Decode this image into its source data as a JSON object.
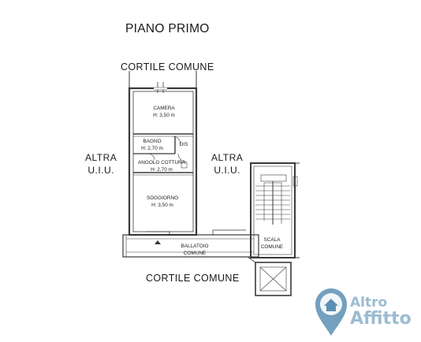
{
  "title": "PIANO PRIMO",
  "courtyard_top": "CORTILE COMUNE",
  "courtyard_bottom": "CORTILE COMUNE",
  "other_unit_left": {
    "line1": "ALTRA",
    "line2": "U.I.U."
  },
  "other_unit_right": {
    "line1": "ALTRA",
    "line2": "U.I.U."
  },
  "rooms": {
    "camera": {
      "name": "CAMERA",
      "height": "H: 3,50 m"
    },
    "bagno": {
      "name": "BAGNO",
      "height": "H: 2,70 m"
    },
    "dis": {
      "name": "DIS"
    },
    "angolo_cottura": {
      "name": "ANGOLO COTTURA",
      "height": "H: 2,70 m"
    },
    "soggiorno": {
      "name": "SOGGIORNO",
      "height": "H: 3,50 m"
    },
    "ballatoio": {
      "line1": "BALLATOIO",
      "line2": "COMUNE"
    },
    "scala": {
      "line1": "SCALA",
      "line2": "COMUNE"
    }
  },
  "watermark": {
    "line1": "Altro",
    "line2": "Affitto",
    "color": "#5a8fb2",
    "icon": "house-pin-icon"
  }
}
